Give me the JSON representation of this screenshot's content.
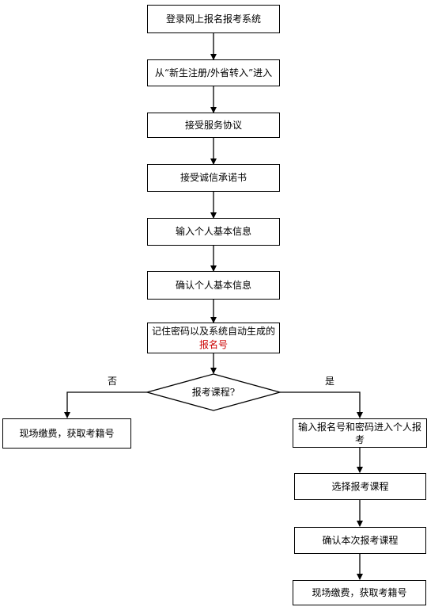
{
  "steps": {
    "s1": "登录网上报名报考系统",
    "s2": "从“新生注册/外省转入”进入",
    "s3": "接受服务协议",
    "s4": "接受诚信承诺书",
    "s5": "输入个人基本信息",
    "s6": "确认个人基本信息",
    "s7_line1": "记住密码以及系统自动生成的",
    "s7_highlight": "报名号"
  },
  "decision": {
    "question": "报考课程?",
    "no_label": "否",
    "yes_label": "是"
  },
  "no_branch": {
    "n1": "现场缴费，获取考籍号"
  },
  "yes_branch": {
    "y1": "输入报名号和密码进入个人报考",
    "y2": "选择报考课程",
    "y3": "确认本次报考课程",
    "y4": "现场缴费，获取考籍号"
  },
  "colors": {
    "highlight": "#cc0000",
    "line": "#000000"
  }
}
